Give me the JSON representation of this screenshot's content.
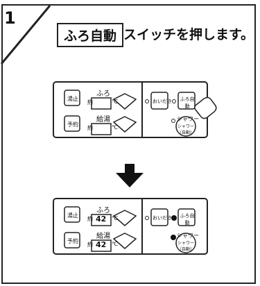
{
  "step": {
    "number": "1",
    "button_name": "ふろ自動",
    "instruction": "スイッチを押します。"
  },
  "panel_before": {
    "left_buttons": [
      "湯止",
      "予約"
    ],
    "center_labels": [
      "ふろ",
      "給湯"
    ],
    "units": [
      "約",
      "℃"
    ],
    "right_buttons": [
      "おいだき",
      "ふろ自動",
      "シャワー（自動）"
    ],
    "status": "シャワー"
  },
  "panel_after": {
    "left_buttons": [
      "湯止",
      "予約"
    ],
    "center_labels": [
      "ふろ",
      "給湯"
    ],
    "temps": [
      "42",
      "42"
    ],
    "units": [
      "約",
      "℃"
    ],
    "right_buttons": [
      "おいだき",
      "ふろ自動",
      "シャワー（自動）"
    ],
    "status": "シャワー"
  }
}
